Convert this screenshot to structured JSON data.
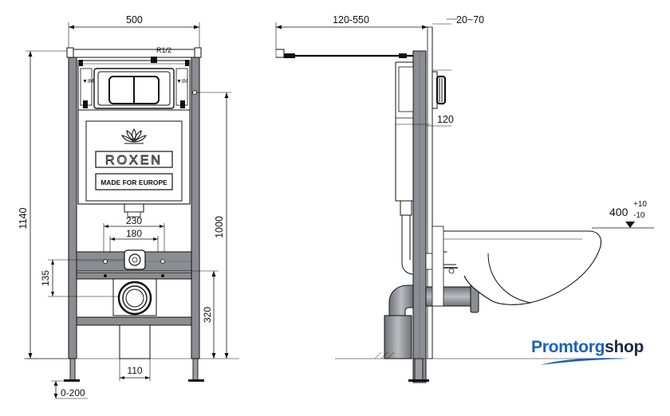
{
  "dimensions": {
    "width_top": "500",
    "height_total": "1140",
    "connection": "R1/2",
    "pipe_spacing_outer": "230",
    "pipe_spacing_inner": "180",
    "height_1000": "1000",
    "spacing_135": "135",
    "height_320": "320",
    "width_110": "110",
    "foot_adjust": "0-200",
    "depth_range": "120-550",
    "wall_range": "20~70",
    "frame_depth": "120",
    "seat_height": "400",
    "seat_tol_plus": "+10",
    "seat_tol_minus": "-10"
  },
  "panel": {
    "logo_text": "ROXEN",
    "tagline": "MADE FOR EUROPE",
    "mark_left": "▼IM",
    "mark_right": "▼IM"
  },
  "brand": {
    "part1": "Promtorg",
    "part2": "shop",
    "accent": "#1b62b5",
    "dark": "#1c2a46"
  },
  "colors": {
    "frame": "#8a8d91",
    "frame_dark": "#5f6266",
    "pipe": "#9a9da1",
    "line": "#111111"
  }
}
